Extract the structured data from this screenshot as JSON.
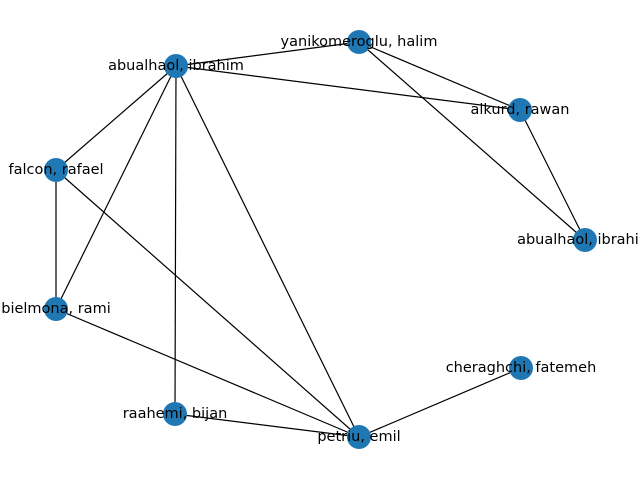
{
  "graph": {
    "node_color": "#1f77b4",
    "edge_color": "#000000",
    "nodes": [
      {
        "id": "n1",
        "label": "yanikomeroglu, halim"
      },
      {
        "id": "n2",
        "label": "abualhaol, ibrahim"
      },
      {
        "id": "n3",
        "label": "alkurd, rawan"
      },
      {
        "id": "n4",
        "label": "falcon, rafael"
      },
      {
        "id": "n5",
        "label": "abualhaol, ibrahim"
      },
      {
        "id": "n6",
        "label": "bielmona, rami"
      },
      {
        "id": "n7",
        "label": "cheraghchi, fatemeh"
      },
      {
        "id": "n8",
        "label": "raahemi, bijan"
      },
      {
        "id": "n9",
        "label": "petriu, emil"
      }
    ],
    "edges": [
      [
        "n1",
        "n2"
      ],
      [
        "n1",
        "n3"
      ],
      [
        "n1",
        "n5"
      ],
      [
        "n2",
        "n3"
      ],
      [
        "n2",
        "n4"
      ],
      [
        "n2",
        "n6"
      ],
      [
        "n2",
        "n8"
      ],
      [
        "n2",
        "n9"
      ],
      [
        "n3",
        "n5"
      ],
      [
        "n4",
        "n6"
      ],
      [
        "n4",
        "n9"
      ],
      [
        "n6",
        "n9"
      ],
      [
        "n7",
        "n9"
      ],
      [
        "n8",
        "n9"
      ]
    ]
  }
}
